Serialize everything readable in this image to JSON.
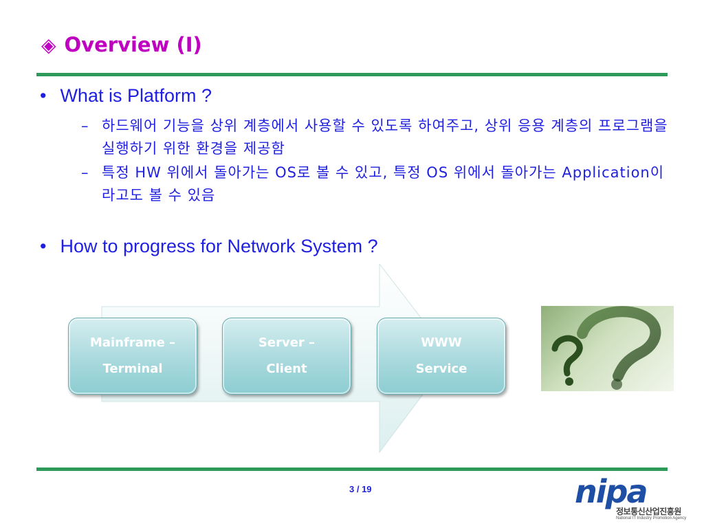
{
  "title": {
    "symbol": "◈",
    "text": "Overview (I)"
  },
  "bullets": [
    {
      "text": "What is Platform ?",
      "subs": [
        "하드웨어 기능을 상위 계층에서 사용할 수 있도록 하여주고, 상위 응용 계층의 프로그램을 실행하기 위한 환경을 제공함",
        "특정 HW 위에서 돌아가는 OS로 볼 수 있고, 특정 OS 위에서 돌아가는 Application이라고도 볼 수 있음"
      ]
    },
    {
      "text": "How to progress for Network System ?"
    }
  ],
  "diagram": {
    "steps": [
      {
        "line1": "Mainframe –",
        "line2": "Terminal"
      },
      {
        "line1": "Server –",
        "line2": "Client"
      },
      {
        "line1": "WWW",
        "line2": "Service"
      }
    ]
  },
  "footer": {
    "page": "3 / 19",
    "logo_mark": "nipa",
    "logo_kname": "정보통신산업진흥원",
    "logo_ename": "National IT Industry Promotion Agency"
  },
  "colors": {
    "title": "#c000c0",
    "text": "#1f1fe0",
    "rule": "#2e9a5a",
    "box": "#a9d9dd"
  }
}
